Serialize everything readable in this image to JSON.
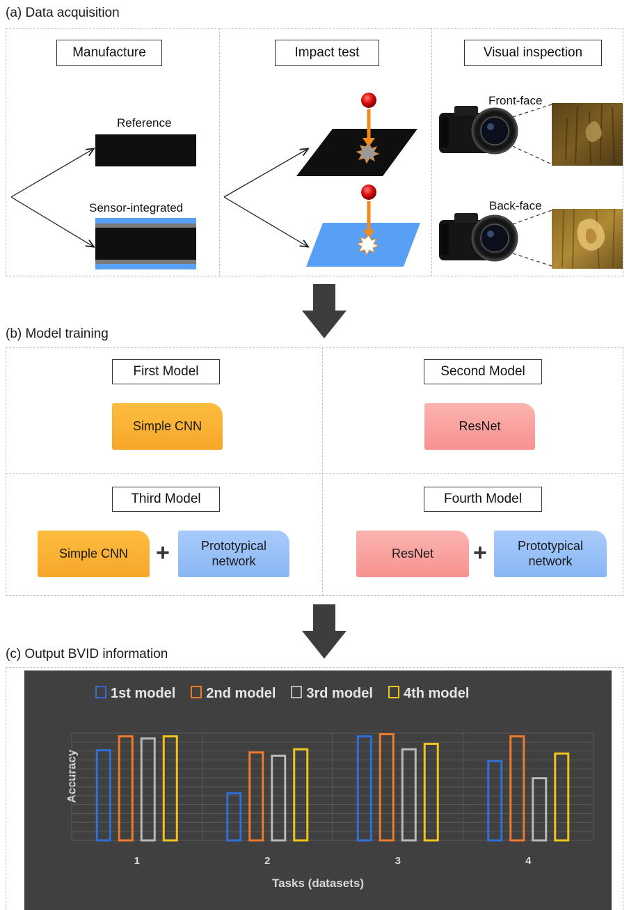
{
  "section_a": {
    "title": "(a) Data acquisition",
    "manufacture": "Manufacture",
    "impact_test": "Impact test",
    "visual_inspection": "Visual inspection",
    "reference": "Reference",
    "sensor_integrated": "Sensor-integrated",
    "front_face": "Front-face",
    "back_face": "Back-face"
  },
  "section_b": {
    "title": "(b) Model training",
    "first_model": "First Model",
    "second_model": "Second Model",
    "third_model": "Third Model",
    "fourth_model": "Fourth Model",
    "simple_cnn": "Simple CNN",
    "resnet": "ResNet",
    "prototypical_line1": "Prototypical",
    "prototypical_line2": "network",
    "plus": "+"
  },
  "section_c": {
    "title": "(c) Output BVID information"
  },
  "colors": {
    "series1": "#2f6fd6",
    "series2": "#ef7a2a",
    "series3": "#b9b9b9",
    "series4": "#f2c31a",
    "chart_bg": "#404040",
    "sensor_blue": "#57a0f5"
  },
  "chart_data": {
    "type": "bar",
    "xlabel": "Tasks (datasets)",
    "ylabel": "Accuracy",
    "categories": [
      "1",
      "2",
      "3",
      "4"
    ],
    "series": [
      {
        "name": "1st model",
        "values": [
          0.84,
          0.44,
          0.97,
          0.74
        ]
      },
      {
        "name": "2nd model",
        "values": [
          0.97,
          0.82,
          0.99,
          0.97
        ]
      },
      {
        "name": "3rd model",
        "values": [
          0.95,
          0.79,
          0.85,
          0.58
        ]
      },
      {
        "name": "4th model",
        "values": [
          0.97,
          0.85,
          0.9,
          0.81
        ]
      }
    ],
    "ylim": [
      0,
      1
    ],
    "grid": true,
    "legend_position": "top"
  }
}
